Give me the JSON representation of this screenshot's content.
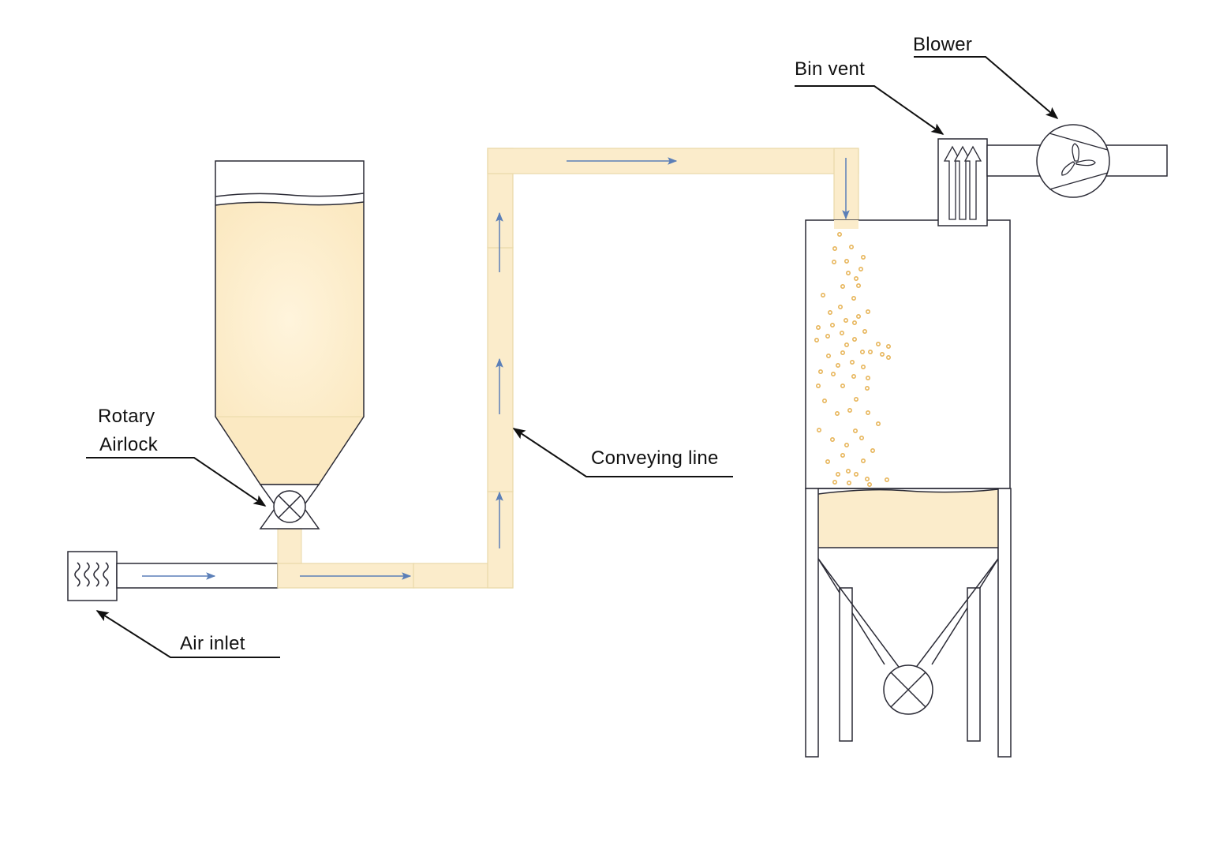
{
  "labels": {
    "blower": "Blower",
    "bin_vent": "Bin vent",
    "rotary_airlock_line1": "Rotary",
    "rotary_airlock_line2": "Airlock",
    "conveying_line": "Conveying line",
    "air_inlet": "Air inlet"
  },
  "colors": {
    "material": "#fbeccb",
    "outline": "#2a2a35",
    "pipe_outline": "#e9d9a8",
    "arrow": "#5b7fb8",
    "particle": "#e7b55a",
    "leader": "#111111"
  },
  "icons": [
    "filter-icon",
    "valve-icon",
    "fan-icon",
    "vent-arrows-icon",
    "flow-arrow-icon"
  ]
}
